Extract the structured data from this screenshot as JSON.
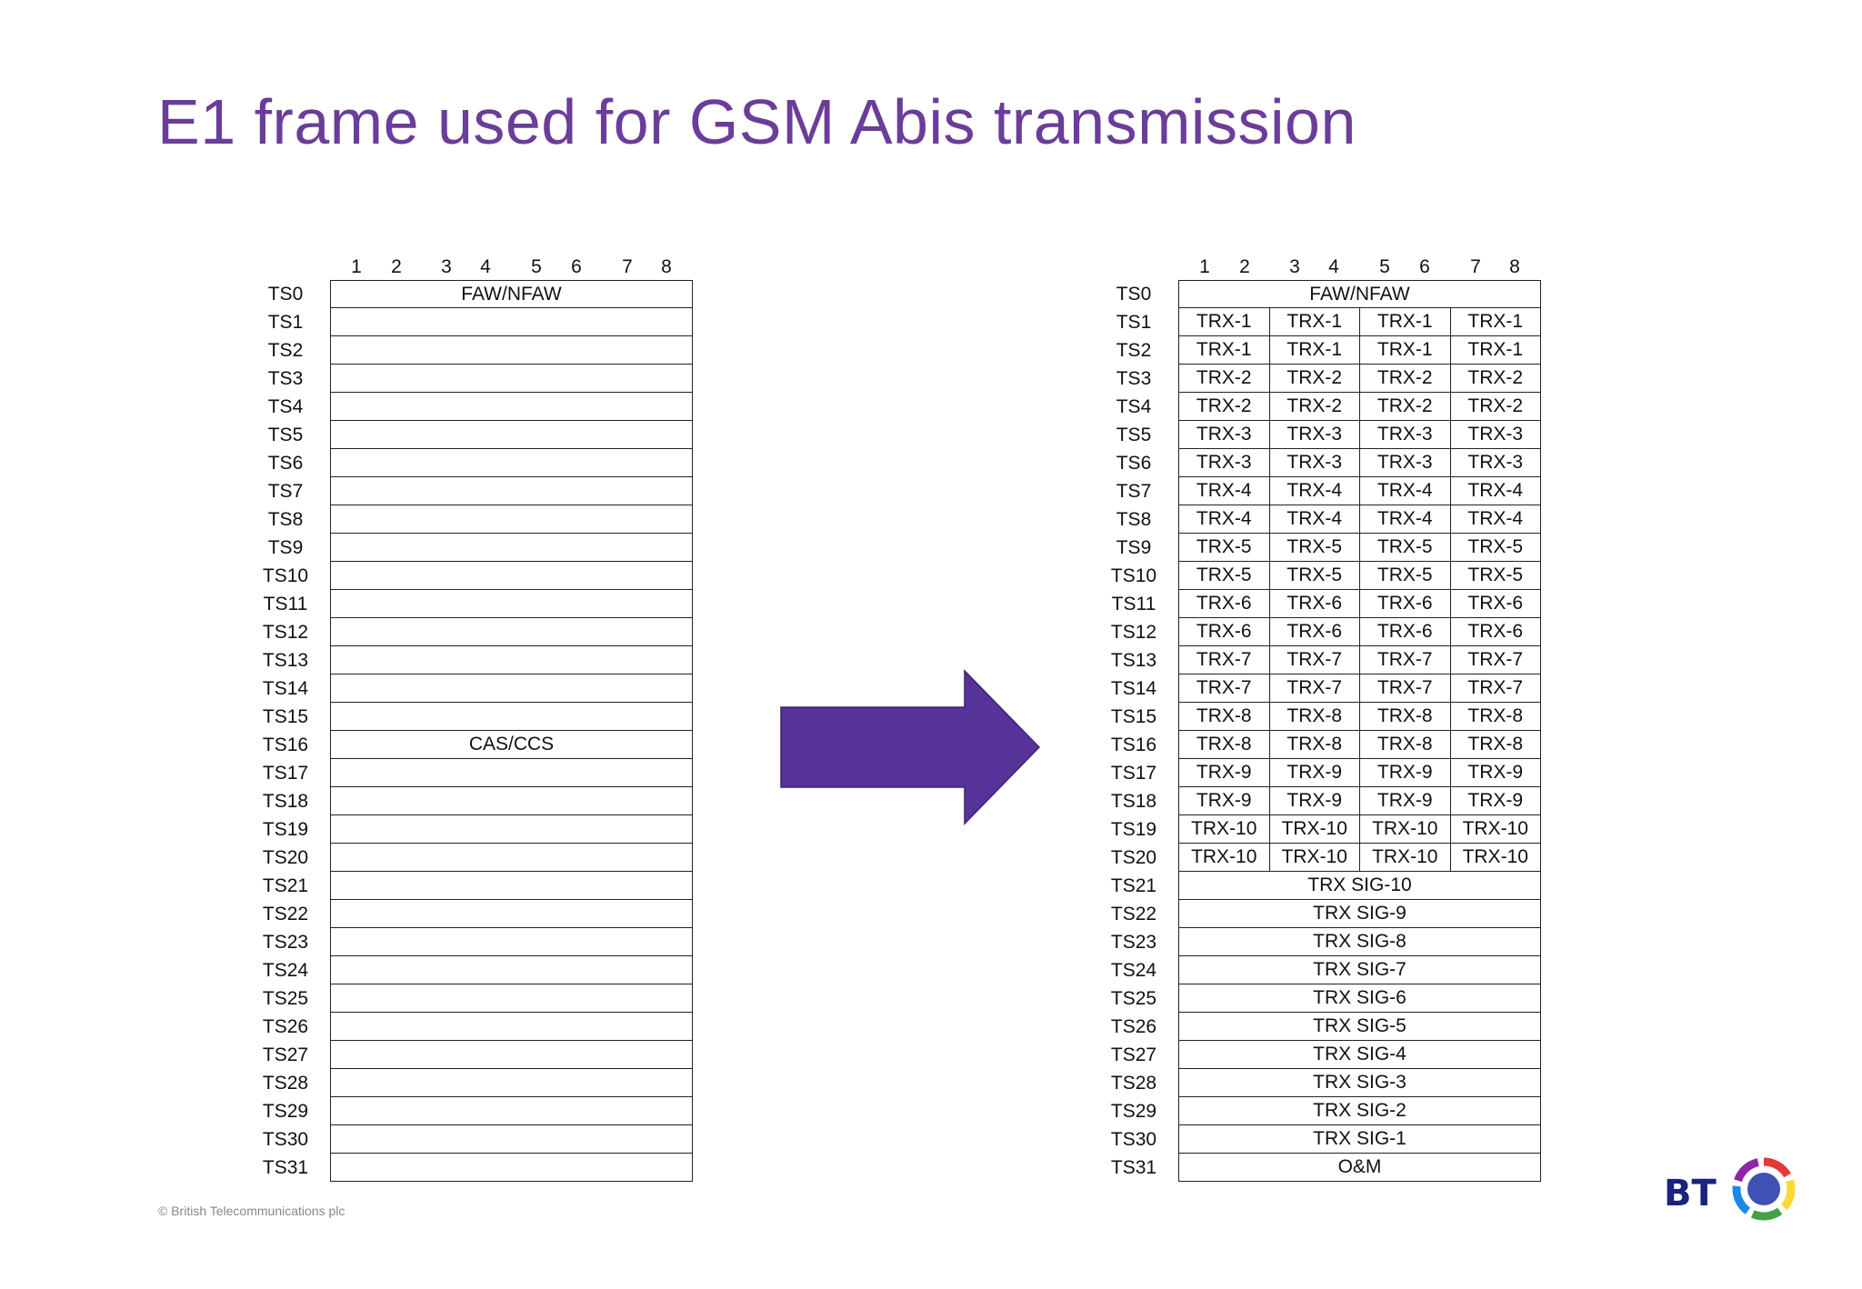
{
  "title": "E1 frame used for GSM Abis transmission",
  "bit_numbers": [
    "1",
    "2",
    "3",
    "4",
    "5",
    "6",
    "7",
    "8"
  ],
  "timeslots": [
    "TS0",
    "TS1",
    "TS2",
    "TS3",
    "TS4",
    "TS5",
    "TS6",
    "TS7",
    "TS8",
    "TS9",
    "TS10",
    "TS11",
    "TS12",
    "TS13",
    "TS14",
    "TS15",
    "TS16",
    "TS17",
    "TS18",
    "TS19",
    "TS20",
    "TS21",
    "TS22",
    "TS23",
    "TS24",
    "TS25",
    "TS26",
    "TS27",
    "TS28",
    "TS29",
    "TS30",
    "TS31"
  ],
  "left_frame": {
    "rows": [
      [
        "FAW/NFAW"
      ],
      [
        ""
      ],
      [
        ""
      ],
      [
        ""
      ],
      [
        ""
      ],
      [
        ""
      ],
      [
        ""
      ],
      [
        ""
      ],
      [
        ""
      ],
      [
        ""
      ],
      [
        ""
      ],
      [
        ""
      ],
      [
        ""
      ],
      [
        ""
      ],
      [
        ""
      ],
      [
        ""
      ],
      [
        "CAS/CCS"
      ],
      [
        ""
      ],
      [
        ""
      ],
      [
        ""
      ],
      [
        ""
      ],
      [
        ""
      ],
      [
        ""
      ],
      [
        ""
      ],
      [
        ""
      ],
      [
        ""
      ],
      [
        ""
      ],
      [
        ""
      ],
      [
        ""
      ],
      [
        ""
      ],
      [
        ""
      ],
      [
        ""
      ]
    ]
  },
  "right_frame": {
    "rows": [
      [
        "FAW/NFAW"
      ],
      [
        "TRX-1",
        "TRX-1",
        "TRX-1",
        "TRX-1"
      ],
      [
        "TRX-1",
        "TRX-1",
        "TRX-1",
        "TRX-1"
      ],
      [
        "TRX-2",
        "TRX-2",
        "TRX-2",
        "TRX-2"
      ],
      [
        "TRX-2",
        "TRX-2",
        "TRX-2",
        "TRX-2"
      ],
      [
        "TRX-3",
        "TRX-3",
        "TRX-3",
        "TRX-3"
      ],
      [
        "TRX-3",
        "TRX-3",
        "TRX-3",
        "TRX-3"
      ],
      [
        "TRX-4",
        "TRX-4",
        "TRX-4",
        "TRX-4"
      ],
      [
        "TRX-4",
        "TRX-4",
        "TRX-4",
        "TRX-4"
      ],
      [
        "TRX-5",
        "TRX-5",
        "TRX-5",
        "TRX-5"
      ],
      [
        "TRX-5",
        "TRX-5",
        "TRX-5",
        "TRX-5"
      ],
      [
        "TRX-6",
        "TRX-6",
        "TRX-6",
        "TRX-6"
      ],
      [
        "TRX-6",
        "TRX-6",
        "TRX-6",
        "TRX-6"
      ],
      [
        "TRX-7",
        "TRX-7",
        "TRX-7",
        "TRX-7"
      ],
      [
        "TRX-7",
        "TRX-7",
        "TRX-7",
        "TRX-7"
      ],
      [
        "TRX-8",
        "TRX-8",
        "TRX-8",
        "TRX-8"
      ],
      [
        "TRX-8",
        "TRX-8",
        "TRX-8",
        "TRX-8"
      ],
      [
        "TRX-9",
        "TRX-9",
        "TRX-9",
        "TRX-9"
      ],
      [
        "TRX-9",
        "TRX-9",
        "TRX-9",
        "TRX-9"
      ],
      [
        "TRX-10",
        "TRX-10",
        "TRX-10",
        "TRX-10"
      ],
      [
        "TRX-10",
        "TRX-10",
        "TRX-10",
        "TRX-10"
      ],
      [
        "TRX SIG-10"
      ],
      [
        "TRX SIG-9"
      ],
      [
        "TRX SIG-8"
      ],
      [
        "TRX SIG-7"
      ],
      [
        "TRX SIG-6"
      ],
      [
        "TRX SIG-5"
      ],
      [
        "TRX SIG-4"
      ],
      [
        "TRX SIG-3"
      ],
      [
        "TRX SIG-2"
      ],
      [
        "TRX SIG-1"
      ],
      [
        "O&M"
      ]
    ]
  },
  "copyright": "© British Telecommunications plc",
  "logo": {
    "text": "BT",
    "text_color": "#1a237e",
    "ring_colors": [
      "#e53935",
      "#fdd835",
      "#43a047",
      "#1e88e5",
      "#8e24aa"
    ]
  },
  "colors": {
    "title": "#6a3d9a",
    "arrow": "#553399",
    "grid": "#222222"
  }
}
